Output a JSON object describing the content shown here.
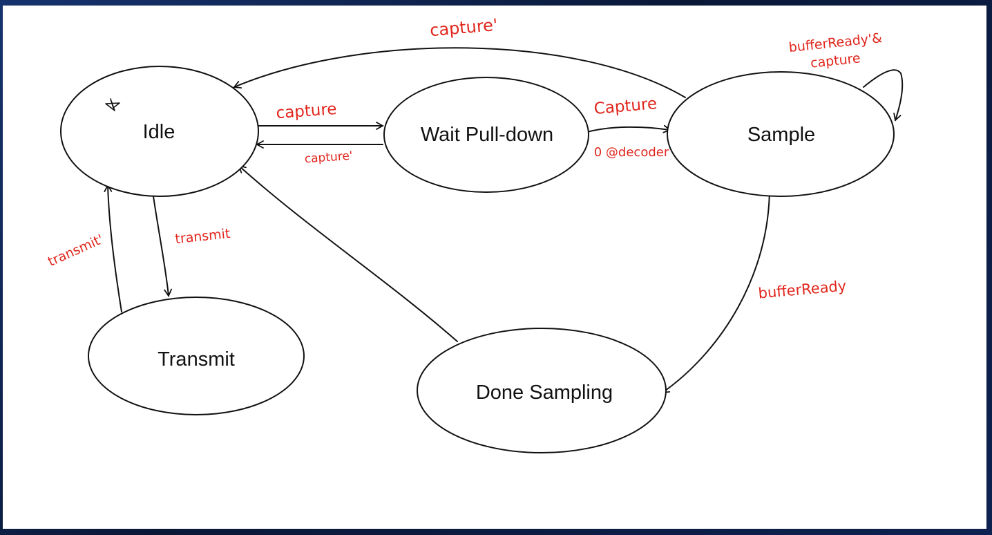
{
  "states": {
    "idle": "Idle",
    "wait_pulldown": "Wait Pull-down",
    "sample": "Sample",
    "transmit": "Transmit",
    "done_sampling": "Done Sampling"
  },
  "edges": {
    "sample_to_idle": "capture'",
    "idle_to_wait": "capture",
    "wait_to_idle": "capture'",
    "wait_to_sample": "Capture",
    "wait_to_sample_action": "0 @decoder",
    "sample_self_line1": "bufferReady'&",
    "sample_self_line2": "capture",
    "idle_to_transmit": "transmit",
    "transmit_to_idle": "transmit'",
    "sample_to_done": "bufferReady"
  },
  "start_marker_icon": "star-icon",
  "colors": {
    "annotation": "#e0261c",
    "stroke": "#111111",
    "frame": "#0b1a3a"
  }
}
